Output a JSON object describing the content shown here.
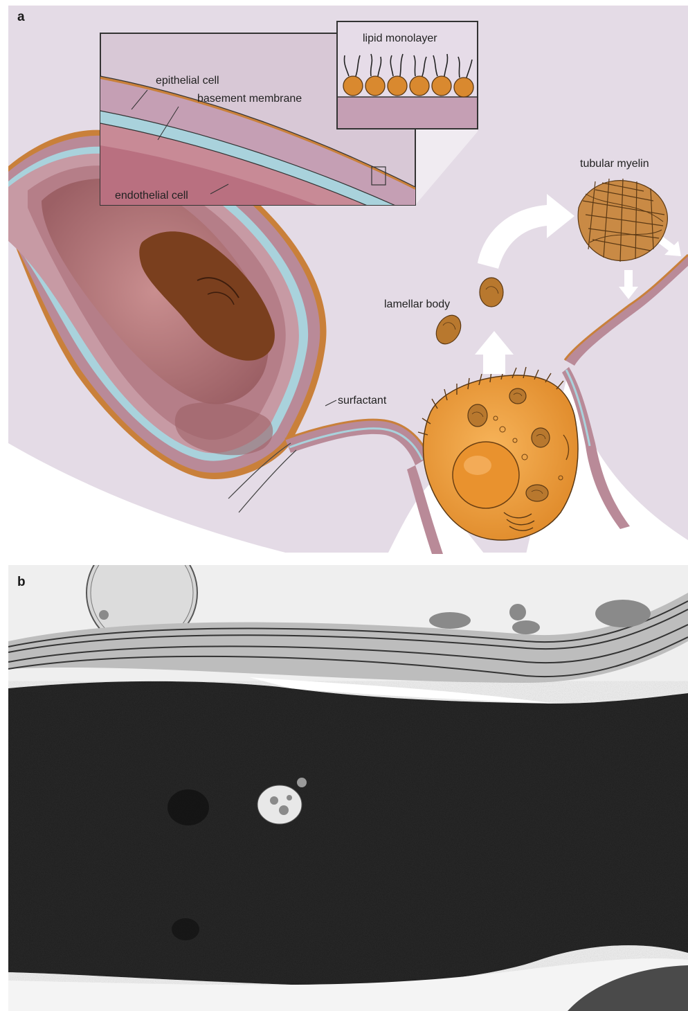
{
  "panel_a": {
    "letter": "a",
    "labels": {
      "lipid_monolayer": "lipid monolayer",
      "epithelial_cell": "epithelial cell",
      "basement_membrane": "basement membrane",
      "endothelial_cell": "endothelial cell",
      "tubular_myelin": "tubular myelin",
      "lamellar_body": "lamellar body",
      "surfactant": "surfactant"
    }
  },
  "panel_b": {
    "letter": "b"
  },
  "colors": {
    "alveolar_space": "#e4dbe6",
    "capillary_wall": "#b98a98",
    "basement_membrane": "#a9d2dc",
    "surfactant_lining": "#c9803a",
    "red_cell": "#a86d6f",
    "nucleus": "#7a3f1e",
    "type2_cell": "#f2a748",
    "lamellar_body": "#b8782e"
  }
}
